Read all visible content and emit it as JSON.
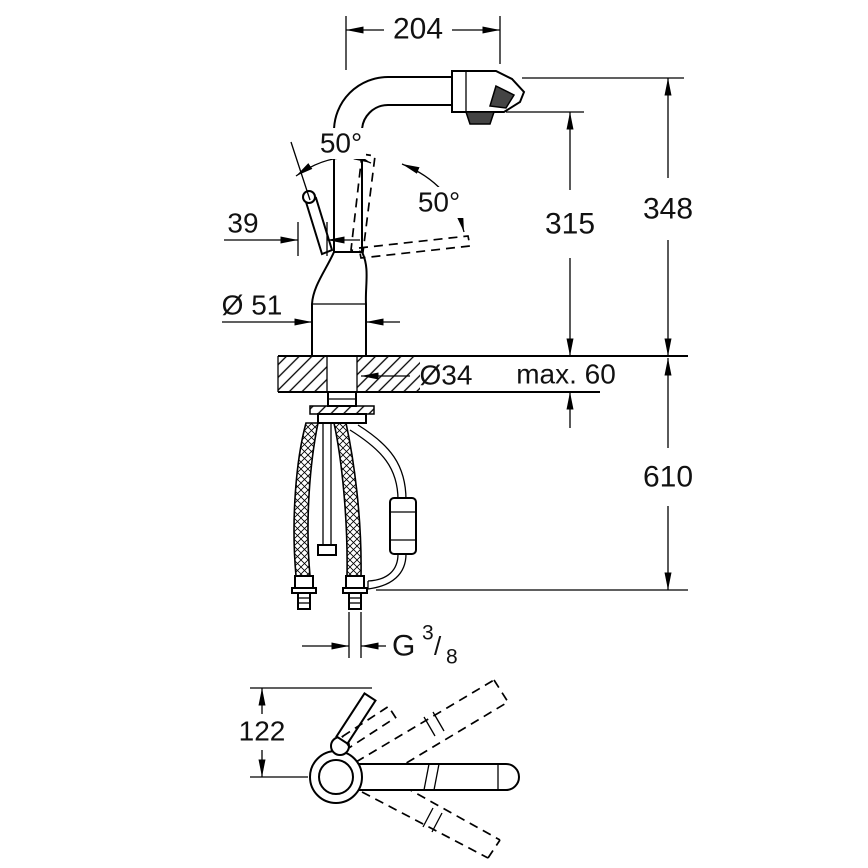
{
  "drawing": {
    "type": "technical-dimension-drawing",
    "subject": "single-lever kitchen faucet with pull-out spray, side view, installation view and swivel top view",
    "unit": "mm",
    "line_color": "#000000",
    "background": "#ffffff",
    "labels": {
      "spout_reach": "204",
      "handle_angle_back": "50°",
      "handle_angle_front": "50°",
      "handle_width": "39",
      "height_to_spout": "315",
      "total_height": "348",
      "base_diameter": "Ø 51",
      "hole_diameter": "Ø34",
      "max_deck_thickness": "max. 60",
      "hose_length": "610",
      "thread_prefix": "G",
      "thread_numerator": "3",
      "thread_slash": "/",
      "thread_denominator": "8",
      "swivel_view_height": "122"
    }
  }
}
